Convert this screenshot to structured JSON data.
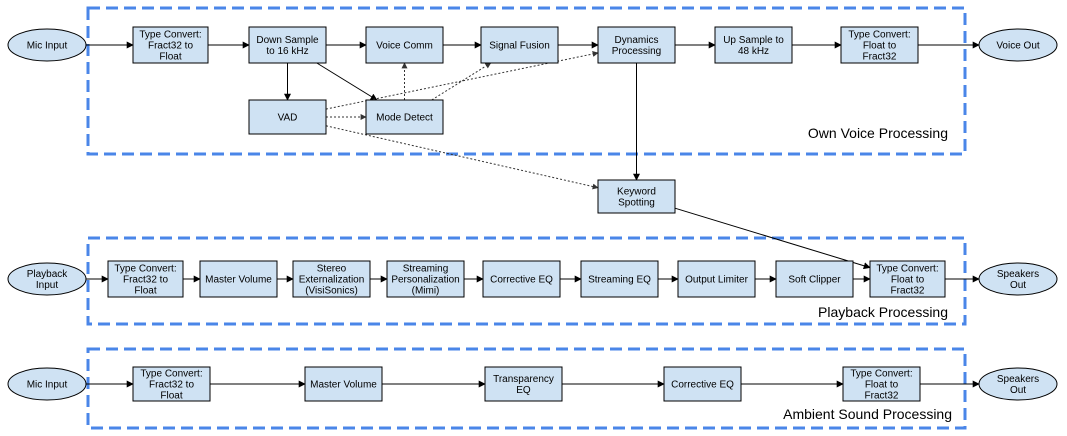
{
  "regions": {
    "own_voice": "Own Voice Processing",
    "playback": "Playback Processing",
    "ambient": "Ambient Sound Processing"
  },
  "nodes": {
    "mic_input_1": [
      "Mic Input"
    ],
    "tc_f2f_1": [
      "Type Convert:",
      "Fract32 to",
      "Float"
    ],
    "down_sample": [
      "Down Sample",
      "to 16 kHz"
    ],
    "voice_comm": [
      "Voice Comm"
    ],
    "signal_fusion": [
      "Signal Fusion"
    ],
    "dynamics": [
      "Dynamics",
      "Processing"
    ],
    "up_sample": [
      "Up Sample to",
      "48 kHz"
    ],
    "tc_ff32_1": [
      "Type Convert:",
      "Float to",
      "Fract32"
    ],
    "voice_out": [
      "Voice Out"
    ],
    "vad": [
      "VAD"
    ],
    "mode_detect": [
      "Mode Detect"
    ],
    "keyword": [
      "Keyword",
      "Spotting"
    ],
    "playback_input": [
      "Playback",
      "Input"
    ],
    "tc_f2f_2": [
      "Type Convert:",
      "Fract32 to",
      "Float"
    ],
    "master_vol_2": [
      "Master Volume"
    ],
    "stereo_ext": [
      "Stereo",
      "Externalization",
      "(VisiSonics)"
    ],
    "stream_pers": [
      "Streaming",
      "Personalization",
      "(Mimi)"
    ],
    "corr_eq_2": [
      "Corrective EQ"
    ],
    "stream_eq": [
      "Streaming EQ"
    ],
    "out_limiter": [
      "Output Limiter"
    ],
    "soft_clipper": [
      "Soft Clipper"
    ],
    "tc_ff32_2": [
      "Type Convert:",
      "Float to",
      "Fract32"
    ],
    "speakers_out_2": [
      "Speakers",
      "Out"
    ],
    "mic_input_3": [
      "Mic Input"
    ],
    "tc_f2f_3": [
      "Type Convert:",
      "Fract32 to",
      "Float"
    ],
    "master_vol_3": [
      "Master Volume"
    ],
    "transparency_eq": [
      "Transparency",
      "EQ"
    ],
    "corr_eq_3": [
      "Corrective EQ"
    ],
    "tc_ff32_3": [
      "Type Convert:",
      "Float to",
      "Fract32"
    ],
    "speakers_out_3": [
      "Speakers",
      "Out"
    ]
  },
  "edges": [
    {
      "from": "mic_input_1",
      "to": "tc_f2f_1",
      "style": "solid"
    },
    {
      "from": "tc_f2f_1",
      "to": "down_sample",
      "style": "solid"
    },
    {
      "from": "down_sample",
      "to": "voice_comm",
      "style": "solid"
    },
    {
      "from": "voice_comm",
      "to": "signal_fusion",
      "style": "solid"
    },
    {
      "from": "signal_fusion",
      "to": "dynamics",
      "style": "solid"
    },
    {
      "from": "dynamics",
      "to": "up_sample",
      "style": "solid"
    },
    {
      "from": "up_sample",
      "to": "tc_ff32_1",
      "style": "solid"
    },
    {
      "from": "tc_ff32_1",
      "to": "voice_out",
      "style": "solid"
    },
    {
      "from": "down_sample",
      "to": "vad",
      "style": "solid"
    },
    {
      "from": "down_sample",
      "to": "mode_detect",
      "style": "solid"
    },
    {
      "from": "vad",
      "to": "mode_detect",
      "style": "dotted"
    },
    {
      "from": "mode_detect",
      "to": "voice_comm",
      "style": "dotted"
    },
    {
      "from": "mode_detect",
      "to": "signal_fusion",
      "style": "dotted"
    },
    {
      "from": "vad",
      "to": "dynamics",
      "style": "dotted"
    },
    {
      "from": "vad",
      "to": "keyword",
      "style": "dotted"
    },
    {
      "from": "dynamics",
      "to": "keyword",
      "style": "solid"
    },
    {
      "from": "keyword",
      "to": "tc_ff32_2",
      "style": "solid"
    },
    {
      "from": "playback_input",
      "to": "tc_f2f_2",
      "style": "solid"
    },
    {
      "from": "tc_f2f_2",
      "to": "master_vol_2",
      "style": "solid"
    },
    {
      "from": "master_vol_2",
      "to": "stereo_ext",
      "style": "solid"
    },
    {
      "from": "stereo_ext",
      "to": "stream_pers",
      "style": "solid"
    },
    {
      "from": "stream_pers",
      "to": "corr_eq_2",
      "style": "solid"
    },
    {
      "from": "corr_eq_2",
      "to": "stream_eq",
      "style": "solid"
    },
    {
      "from": "stream_eq",
      "to": "out_limiter",
      "style": "solid"
    },
    {
      "from": "out_limiter",
      "to": "soft_clipper",
      "style": "solid"
    },
    {
      "from": "soft_clipper",
      "to": "tc_ff32_2",
      "style": "solid"
    },
    {
      "from": "tc_ff32_2",
      "to": "speakers_out_2",
      "style": "solid"
    },
    {
      "from": "mic_input_3",
      "to": "tc_f2f_3",
      "style": "solid"
    },
    {
      "from": "tc_f2f_3",
      "to": "master_vol_3",
      "style": "solid"
    },
    {
      "from": "master_vol_3",
      "to": "transparency_eq",
      "style": "solid"
    },
    {
      "from": "transparency_eq",
      "to": "corr_eq_3",
      "style": "solid"
    },
    {
      "from": "corr_eq_3",
      "to": "tc_ff32_3",
      "style": "solid"
    },
    {
      "from": "tc_ff32_3",
      "to": "speakers_out_3",
      "style": "solid"
    }
  ]
}
